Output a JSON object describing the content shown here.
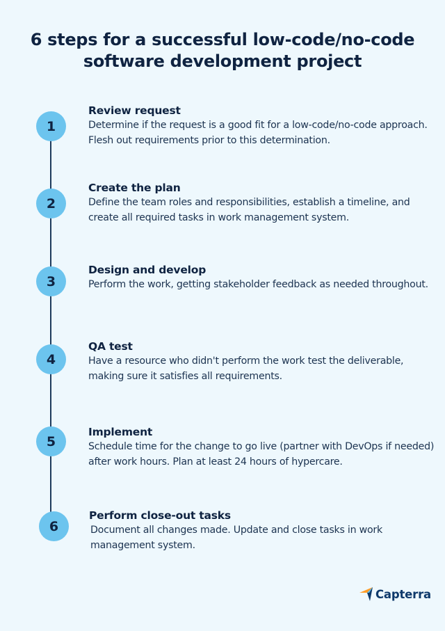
{
  "title": {
    "line1": "6 steps for a successful low-code/no-code",
    "line2": "software development project"
  },
  "colors": {
    "background": "#eef8fd",
    "circle": "#6cc4ee",
    "text": "#0f2341",
    "line": "#1d3a5c"
  },
  "steps": [
    {
      "number": "1",
      "title": "Review request",
      "description": "Determine if the request is a good fit for a low-code/no-code approach. Flesh out requirements prior to this determination."
    },
    {
      "number": "2",
      "title": "Create the plan",
      "description": "Define the team roles and responsibilities, establish a timeline, and create all required tasks in work management system."
    },
    {
      "number": "3",
      "title": "Design and develop",
      "description": "Perform the work, getting stakeholder feedback as needed throughout."
    },
    {
      "number": "4",
      "title": "QA test",
      "description": "Have a resource who didn't perform the work test the deliverable, making sure it satisfies all requirements."
    },
    {
      "number": "5",
      "title": "Implement",
      "description": "Schedule time for the change to go live (partner with DevOps if needed) after work hours. Plan at least 24 hours of hypercare."
    },
    {
      "number": "6",
      "title": "Perform close-out tasks",
      "description": "Document all changes made. Update and close tasks in work management system."
    }
  ],
  "logo": {
    "icon": "capterra-arrow-icon",
    "text": "Capterra"
  }
}
